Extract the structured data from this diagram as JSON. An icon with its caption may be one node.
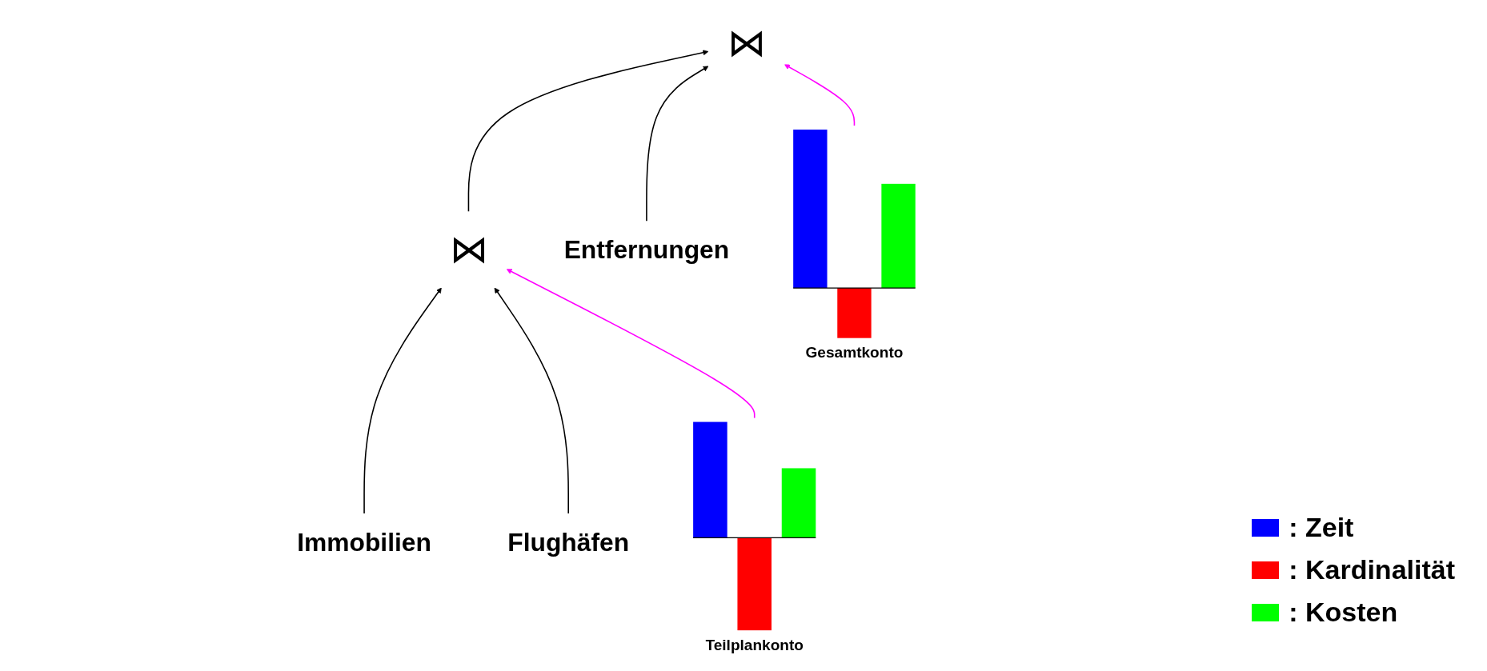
{
  "diagram": {
    "nodes": [
      {
        "text": [
          "Teilplankonto"
        ]
      },
      {
        "text": [
          "Gesamtkonto"
        ]
      },
      {
        "text": [
          "⋈"
        ]
      },
      {
        "text": [
          "⋈"
        ]
      },
      {
        "text": [
          "Entfernungen"
        ]
      },
      {
        "text": [
          "Immobilien"
        ]
      },
      {
        "text": [
          "Flughäfen"
        ]
      }
    ],
    "edges": [
      {
        "from": 5,
        "to": 3,
        "arrow": "to"
      },
      {
        "from": 6,
        "to": 3,
        "arrow": "to"
      },
      {
        "from": 3,
        "to": 2,
        "arrow": "to"
      },
      {
        "from": 4,
        "to": 2,
        "arrow": "to"
      },
      {
        "from": 0,
        "to": 3,
        "arrow": "to",
        "color": "#ff00ff"
      },
      {
        "from": 1,
        "to": 2,
        "arrow": "to",
        "color": "#ff00ff"
      }
    ],
    "legend": [
      {
        "text": ": Zeit",
        "color": "#0000ff"
      },
      {
        "text": ": Kardinalität",
        "color": "#ff0000"
      },
      {
        "text": ": Kosten",
        "color": "#00ff00"
      }
    ]
  }
}
